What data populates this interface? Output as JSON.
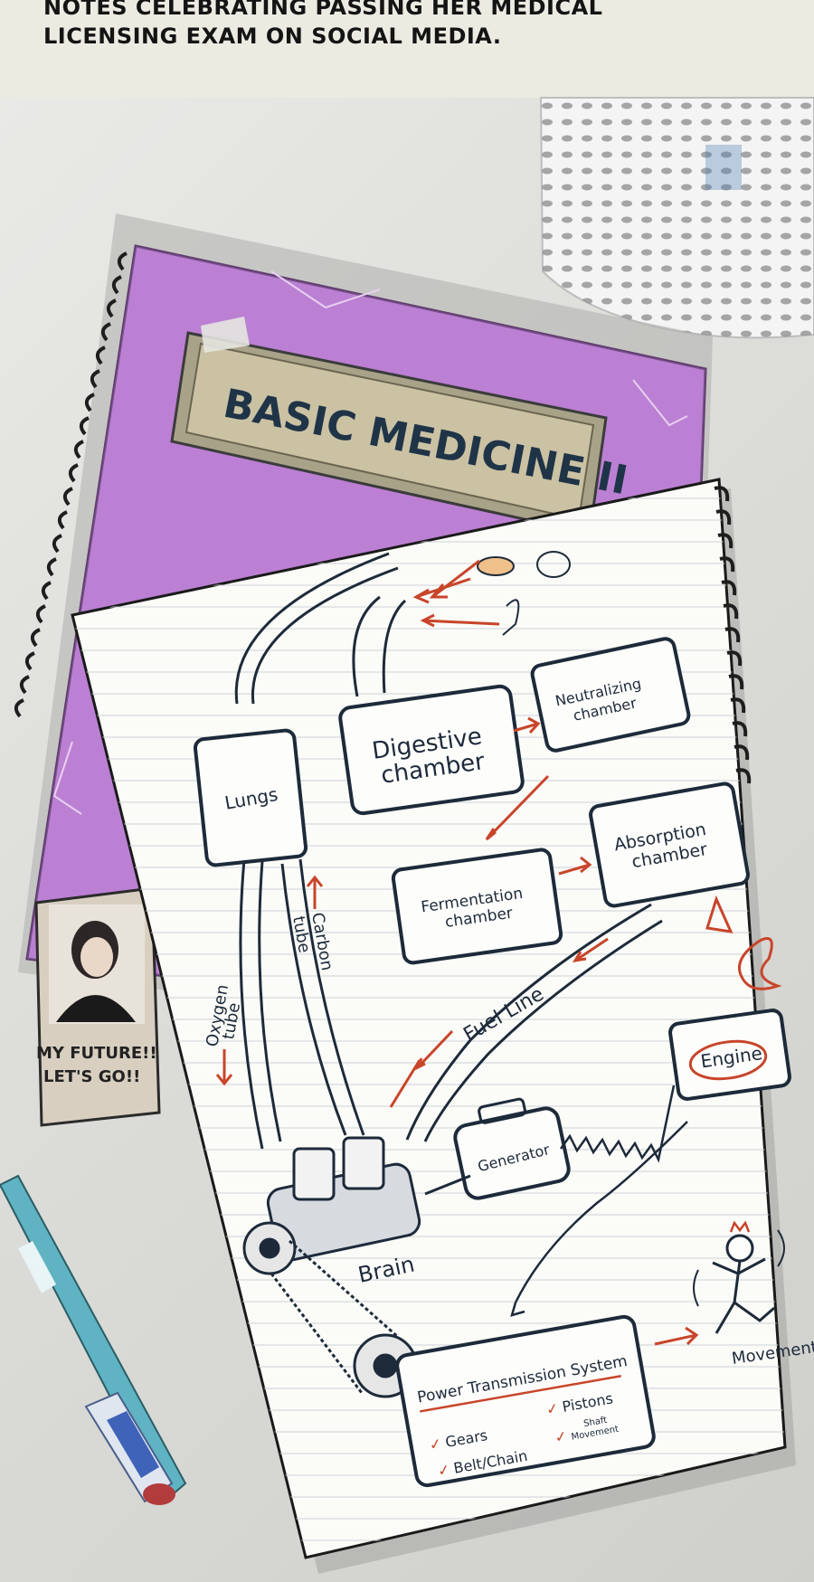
{
  "caption": {
    "line1": "NOTES CELEBRATING PASSING HER MEDICAL",
    "line2": "LICENSING EXAM ON SOCIAL MEDIA."
  },
  "binder": {
    "title": "BASIC MEDICINE II",
    "sticker_text_1": "MY FUTURE!!",
    "sticker_text_2": "LET'S GO!!"
  },
  "diagram": {
    "digestive_1": "Digestive",
    "digestive_2": "chamber",
    "neutralizing_1": "Neutralizing",
    "neutralizing_2": "chamber",
    "lungs": "Lungs",
    "fermentation_1": "Fermentation",
    "fermentation_2": "chamber",
    "absorption_1": "Absorption",
    "absorption_2": "chamber",
    "carbon_1": "Carbon",
    "carbon_2": "tube",
    "oxygen_1": "Oxygen",
    "oxygen_2": "tube",
    "fuel_line": "Fuel Line",
    "engine": "Engine",
    "generator": "Generator",
    "brain": "Brain",
    "power_title": "Power Transmission System",
    "gears": "Gears",
    "belt_chain": "Belt/Chain",
    "pistons": "Pistons",
    "shaft_1": "Shaft",
    "shaft_2": "Movement",
    "movement": "Movement"
  },
  "colors": {
    "binder_purple": "#b77ad0",
    "ink": "#1d2a3a",
    "red_ink": "#c8452a",
    "label_tan": "#cbc2a4"
  }
}
